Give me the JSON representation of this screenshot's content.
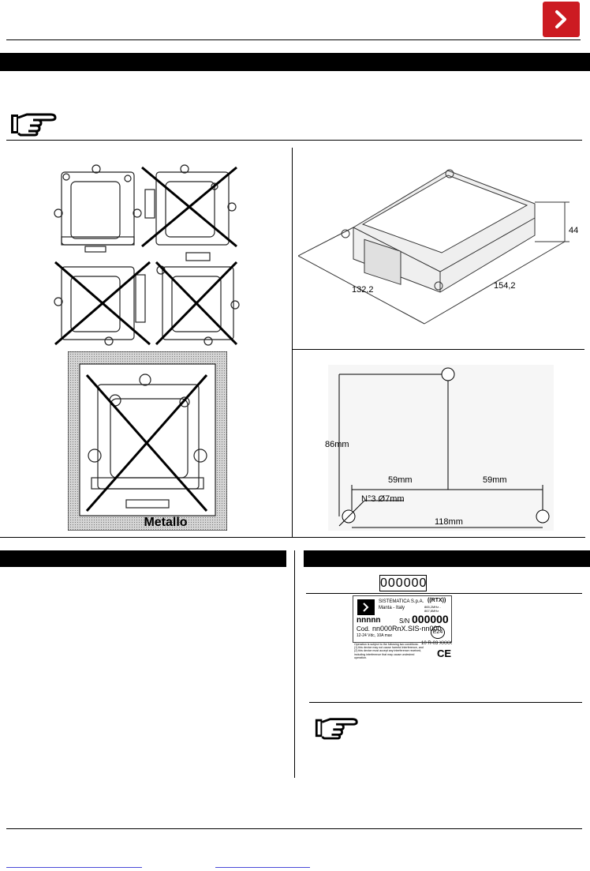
{
  "header": {
    "logo_icon": "chevron-right-icon",
    "brand_color": "#cc1b22"
  },
  "left_figure": {
    "material_label": "Metallo"
  },
  "dimensions_figure": {
    "depth": "132,2",
    "width": "154,2",
    "height": "44"
  },
  "hole_pattern": {
    "height": "86mm",
    "half_left": "59mm",
    "half_right": "59mm",
    "total": "118mm",
    "holes": "N°3 Ø7mm"
  },
  "serial_field": {
    "value": "000000"
  },
  "label_sticker": {
    "company": "SISTEMATICA S.p.A.",
    "location": "Manta - Italy",
    "radio": "((RTX))",
    "frequency": "865,2MHz - 867,8MHz",
    "code_short": "nnnnn",
    "sn_label": "S/N",
    "sn_value": "000000",
    "cod_label": "Cod.",
    "cod_value": "nn000RnX.SIS-nn000",
    "power": "12-24 Vdc, 10A max",
    "approval": "E24",
    "approval_no": "10 R-03 XXXX",
    "fine_print": [
      "Operation is subject to the following two conditions:",
      "(1) this device may not cause harmful interference, and",
      "(2) this device must accept any interference received,",
      "including interference that may cause undesired operation."
    ],
    "ce_mark": "CE"
  }
}
